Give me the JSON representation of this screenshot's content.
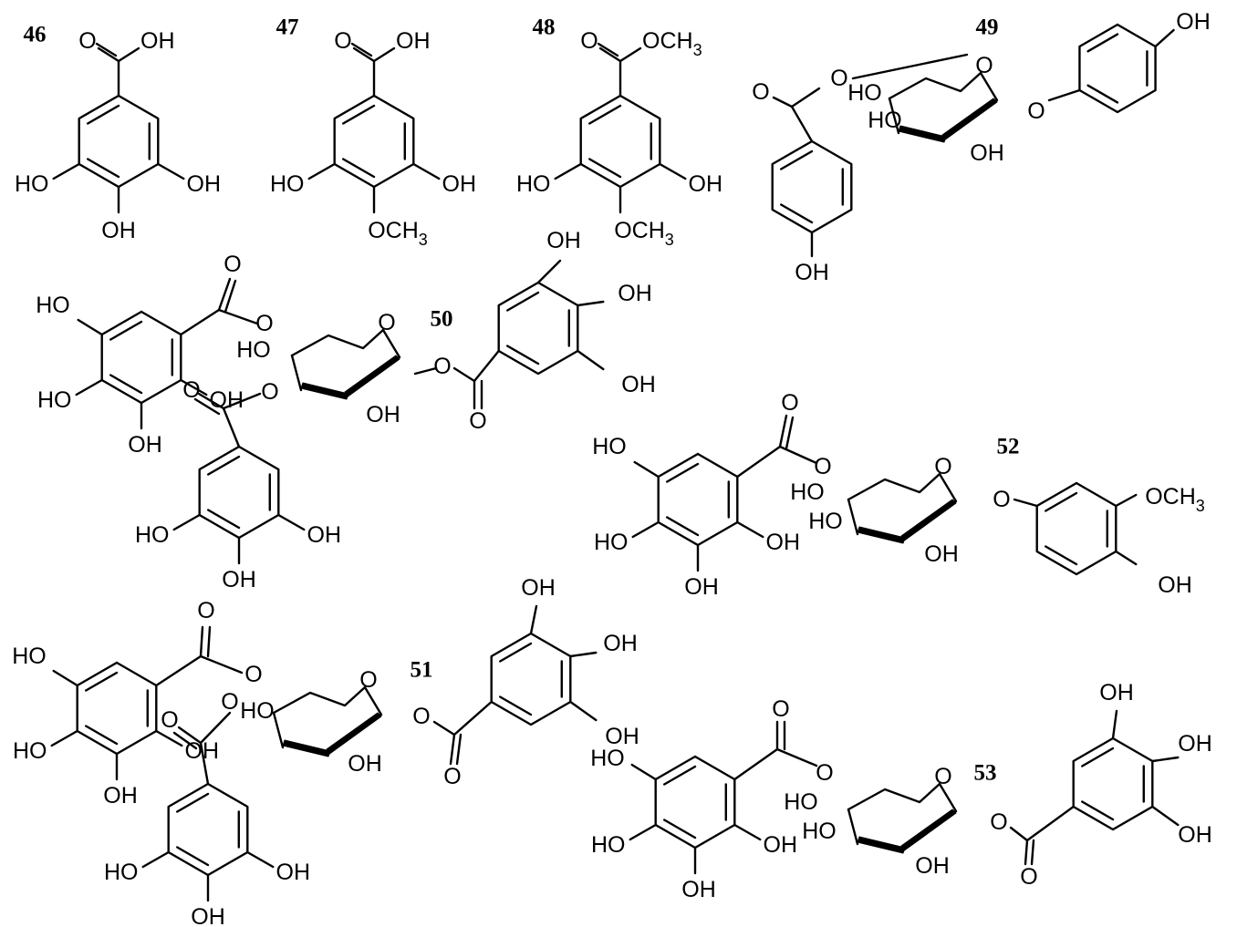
{
  "figure": {
    "compounds": [
      {
        "id": "46"
      },
      {
        "id": "47"
      },
      {
        "id": "48"
      },
      {
        "id": "49"
      },
      {
        "id": "50"
      },
      {
        "id": "51"
      },
      {
        "id": "52"
      },
      {
        "id": "53"
      }
    ],
    "atom_labels": {
      "oh": "OH",
      "ho": "HO",
      "o": "O",
      "och3": "OCH3",
      "methyl_ester": "OCH3"
    },
    "stroke_color": "#000000",
    "background_color": "#ffffff"
  }
}
